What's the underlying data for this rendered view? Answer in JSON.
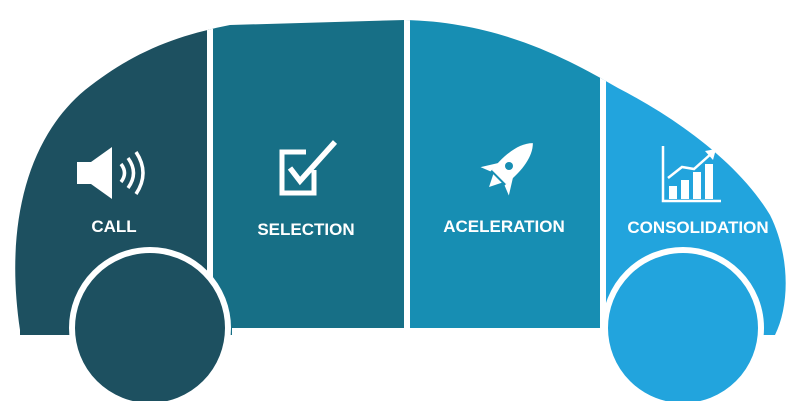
{
  "colors": {
    "background": "#ffffff",
    "divider": "#ffffff",
    "segment_1": "#1d5060",
    "segment_2": "#176f86",
    "segment_3": "#178eb3",
    "segment_4": "#22a4dd",
    "icon": "#ffffff"
  },
  "segments": [
    {
      "label": "CALL",
      "icon": "speaker-icon"
    },
    {
      "label": "SELECTION",
      "icon": "checkbox-icon"
    },
    {
      "label": "ACELERATION",
      "icon": "rocket-icon"
    },
    {
      "label": "CONSOLIDATION",
      "icon": "growth-chart-icon"
    }
  ],
  "wheels": [
    {
      "name": "rear-wheel"
    },
    {
      "name": "front-wheel"
    }
  ]
}
